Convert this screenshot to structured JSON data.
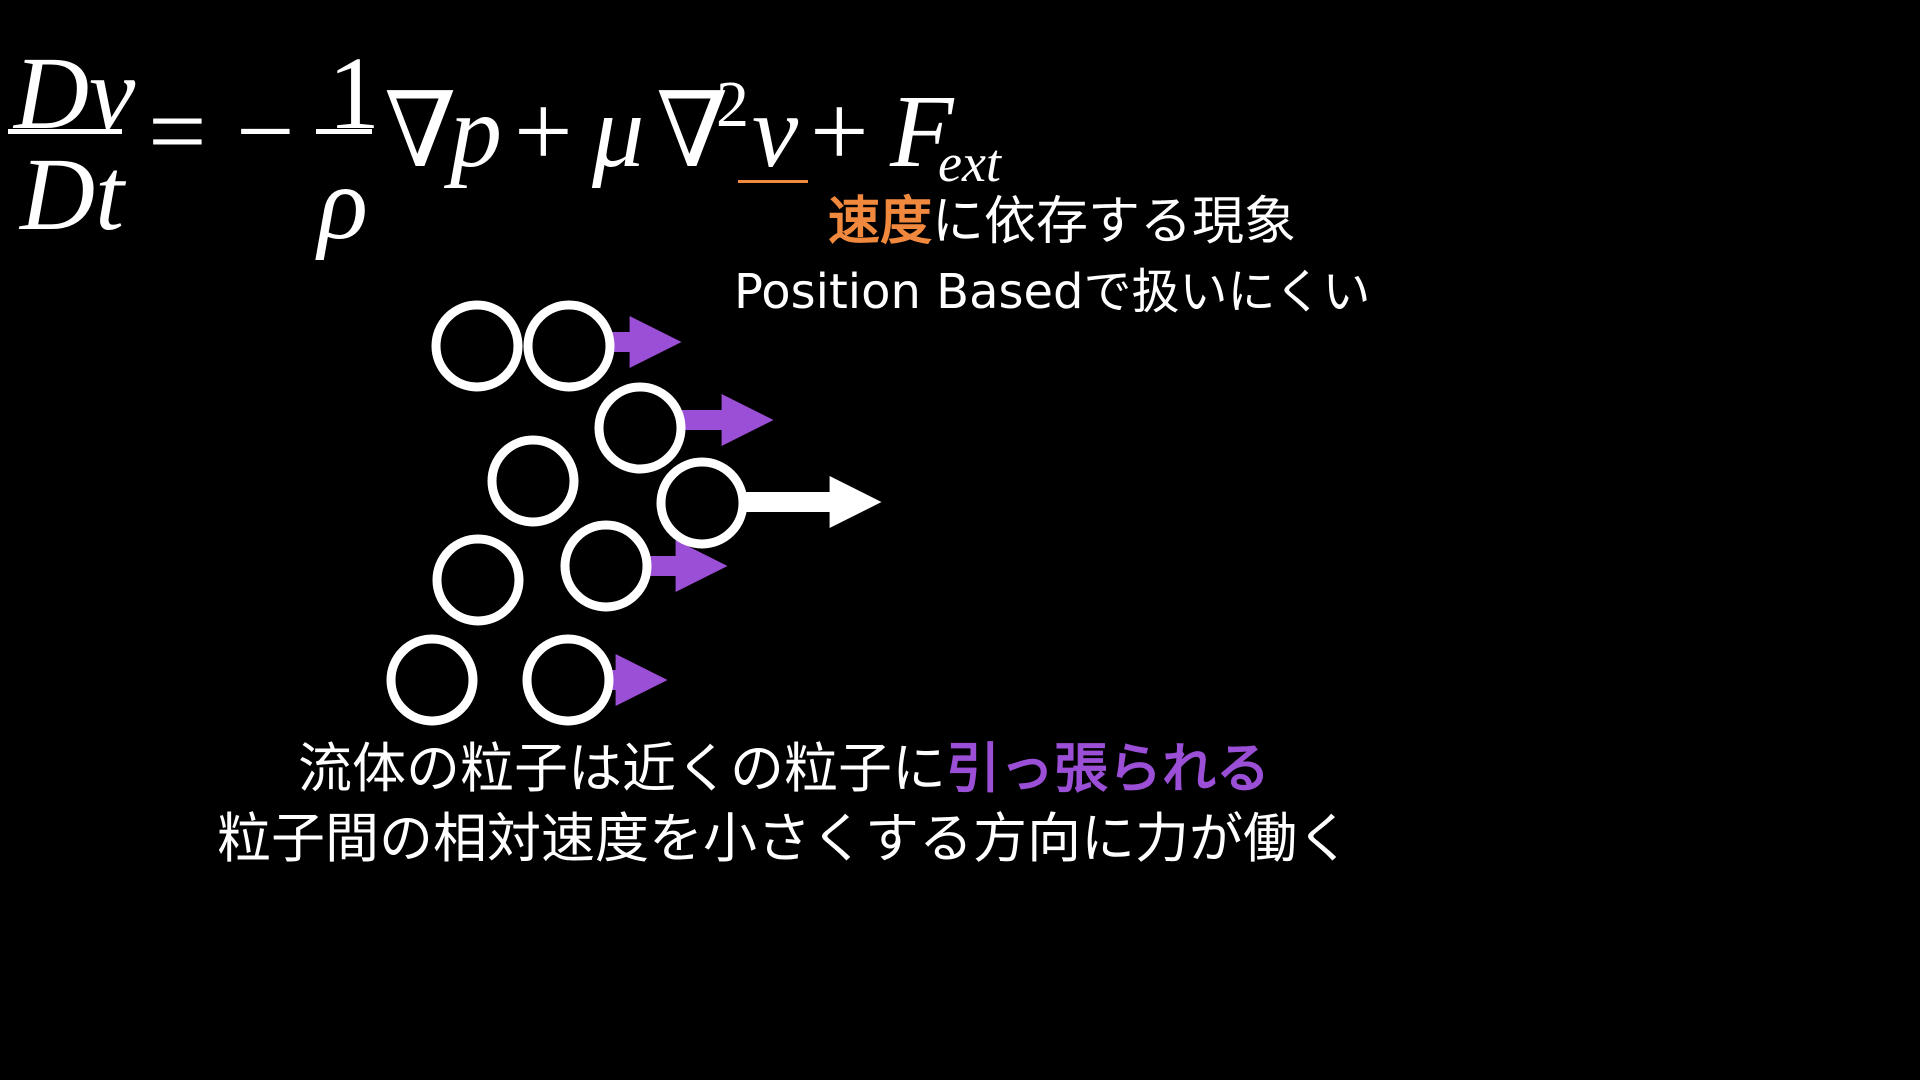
{
  "colors": {
    "background": "#000000",
    "foreground": "#ffffff",
    "velocity_accent": "#f0883e",
    "pull_accent": "#9b4fd6"
  },
  "equation": {
    "lhs_numerator": "Dv",
    "lhs_denominator": "Dt",
    "equals": "=",
    "minus": "−",
    "frac_numerator": "1",
    "frac_denominator": "ρ",
    "nabla": "∇",
    "p": "p",
    "plus": "+",
    "mu": "μ",
    "exponent": "2",
    "v": "v",
    "F": "F",
    "ext": "ext"
  },
  "annotation": {
    "line1_accent": "速度",
    "line1_rest": "に依存する現象",
    "line2": "Position Basedで扱いにくい"
  },
  "caption": {
    "line1_prefix": "流体の粒子は近くの粒子に",
    "line1_accent": "引っ張られる",
    "line2": "粒子間の相対速度を小さくする方向に力が働く"
  }
}
